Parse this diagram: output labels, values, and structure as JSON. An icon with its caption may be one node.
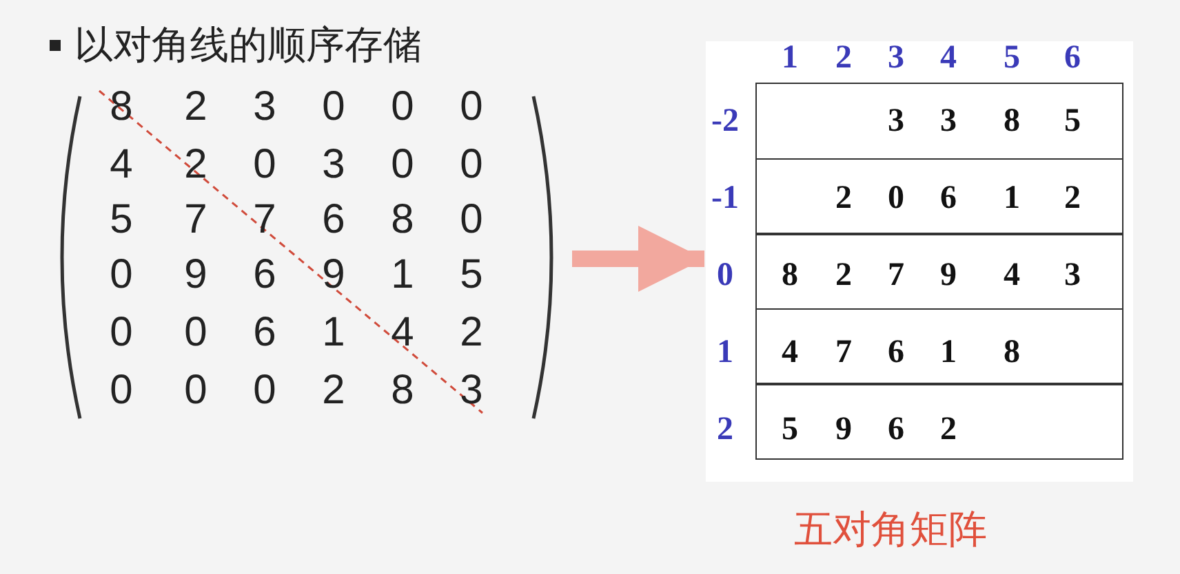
{
  "diagram": {
    "title": "以对角线的顺序存储",
    "nodes": [
      {
        "text": [],
        "shape": "bracket"
      },
      {
        "text": [],
        "shape": "box"
      }
    ],
    "edges": [
      {
        "from": 0,
        "to": 1,
        "arrow": "to"
      }
    ],
    "caption": "五对角矩阵",
    "labels": [
      "8",
      "2",
      "3",
      "0",
      "0",
      "0",
      "4",
      "2",
      "0",
      "3",
      "0",
      "0",
      "5",
      "7",
      "7",
      "6",
      "8",
      "0",
      "0",
      "9",
      "6",
      "9",
      "1",
      "5",
      "0",
      "0",
      "6",
      "1",
      "4",
      "2",
      "0",
      "0",
      "0",
      "2",
      "8",
      "3",
      "1",
      "2",
      "3",
      "4",
      "5",
      "6",
      "-2",
      "3",
      "3",
      "8",
      "5",
      "-1",
      "2",
      "0",
      "6",
      "1",
      "2",
      "0",
      "8",
      "2",
      "7",
      "9",
      "4",
      "3",
      "1",
      "4",
      "7",
      "6",
      "1",
      "8",
      "2",
      "5",
      "9",
      "6",
      "2"
    ]
  }
}
